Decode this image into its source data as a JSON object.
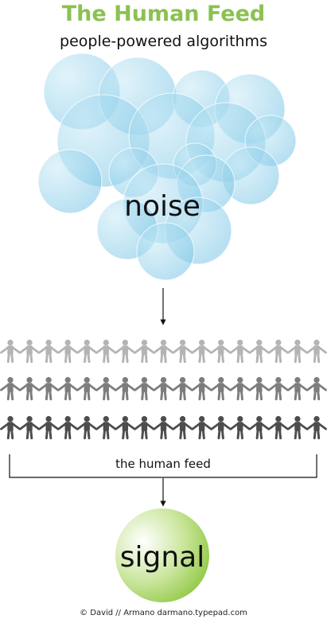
{
  "header": {
    "title": "The Human Feed",
    "subtitle": "people-powered algorithms"
  },
  "diagram": {
    "noise_label": "noise",
    "feed_label": "the human feed",
    "signal_label": "signal",
    "people_rows": 3,
    "people_per_row": 17
  },
  "footer": {
    "credit": "© David // Armano  darmano.typepad.com"
  },
  "colors": {
    "title": "#8cc152",
    "noise_bubble": "#9fd6ee",
    "people_row_1": "#b4b4b4",
    "people_row_2": "#7d7d7d",
    "people_row_3": "#4d4d4d",
    "signal_light": "#ffffff",
    "signal_dark": "#8cc63f"
  }
}
